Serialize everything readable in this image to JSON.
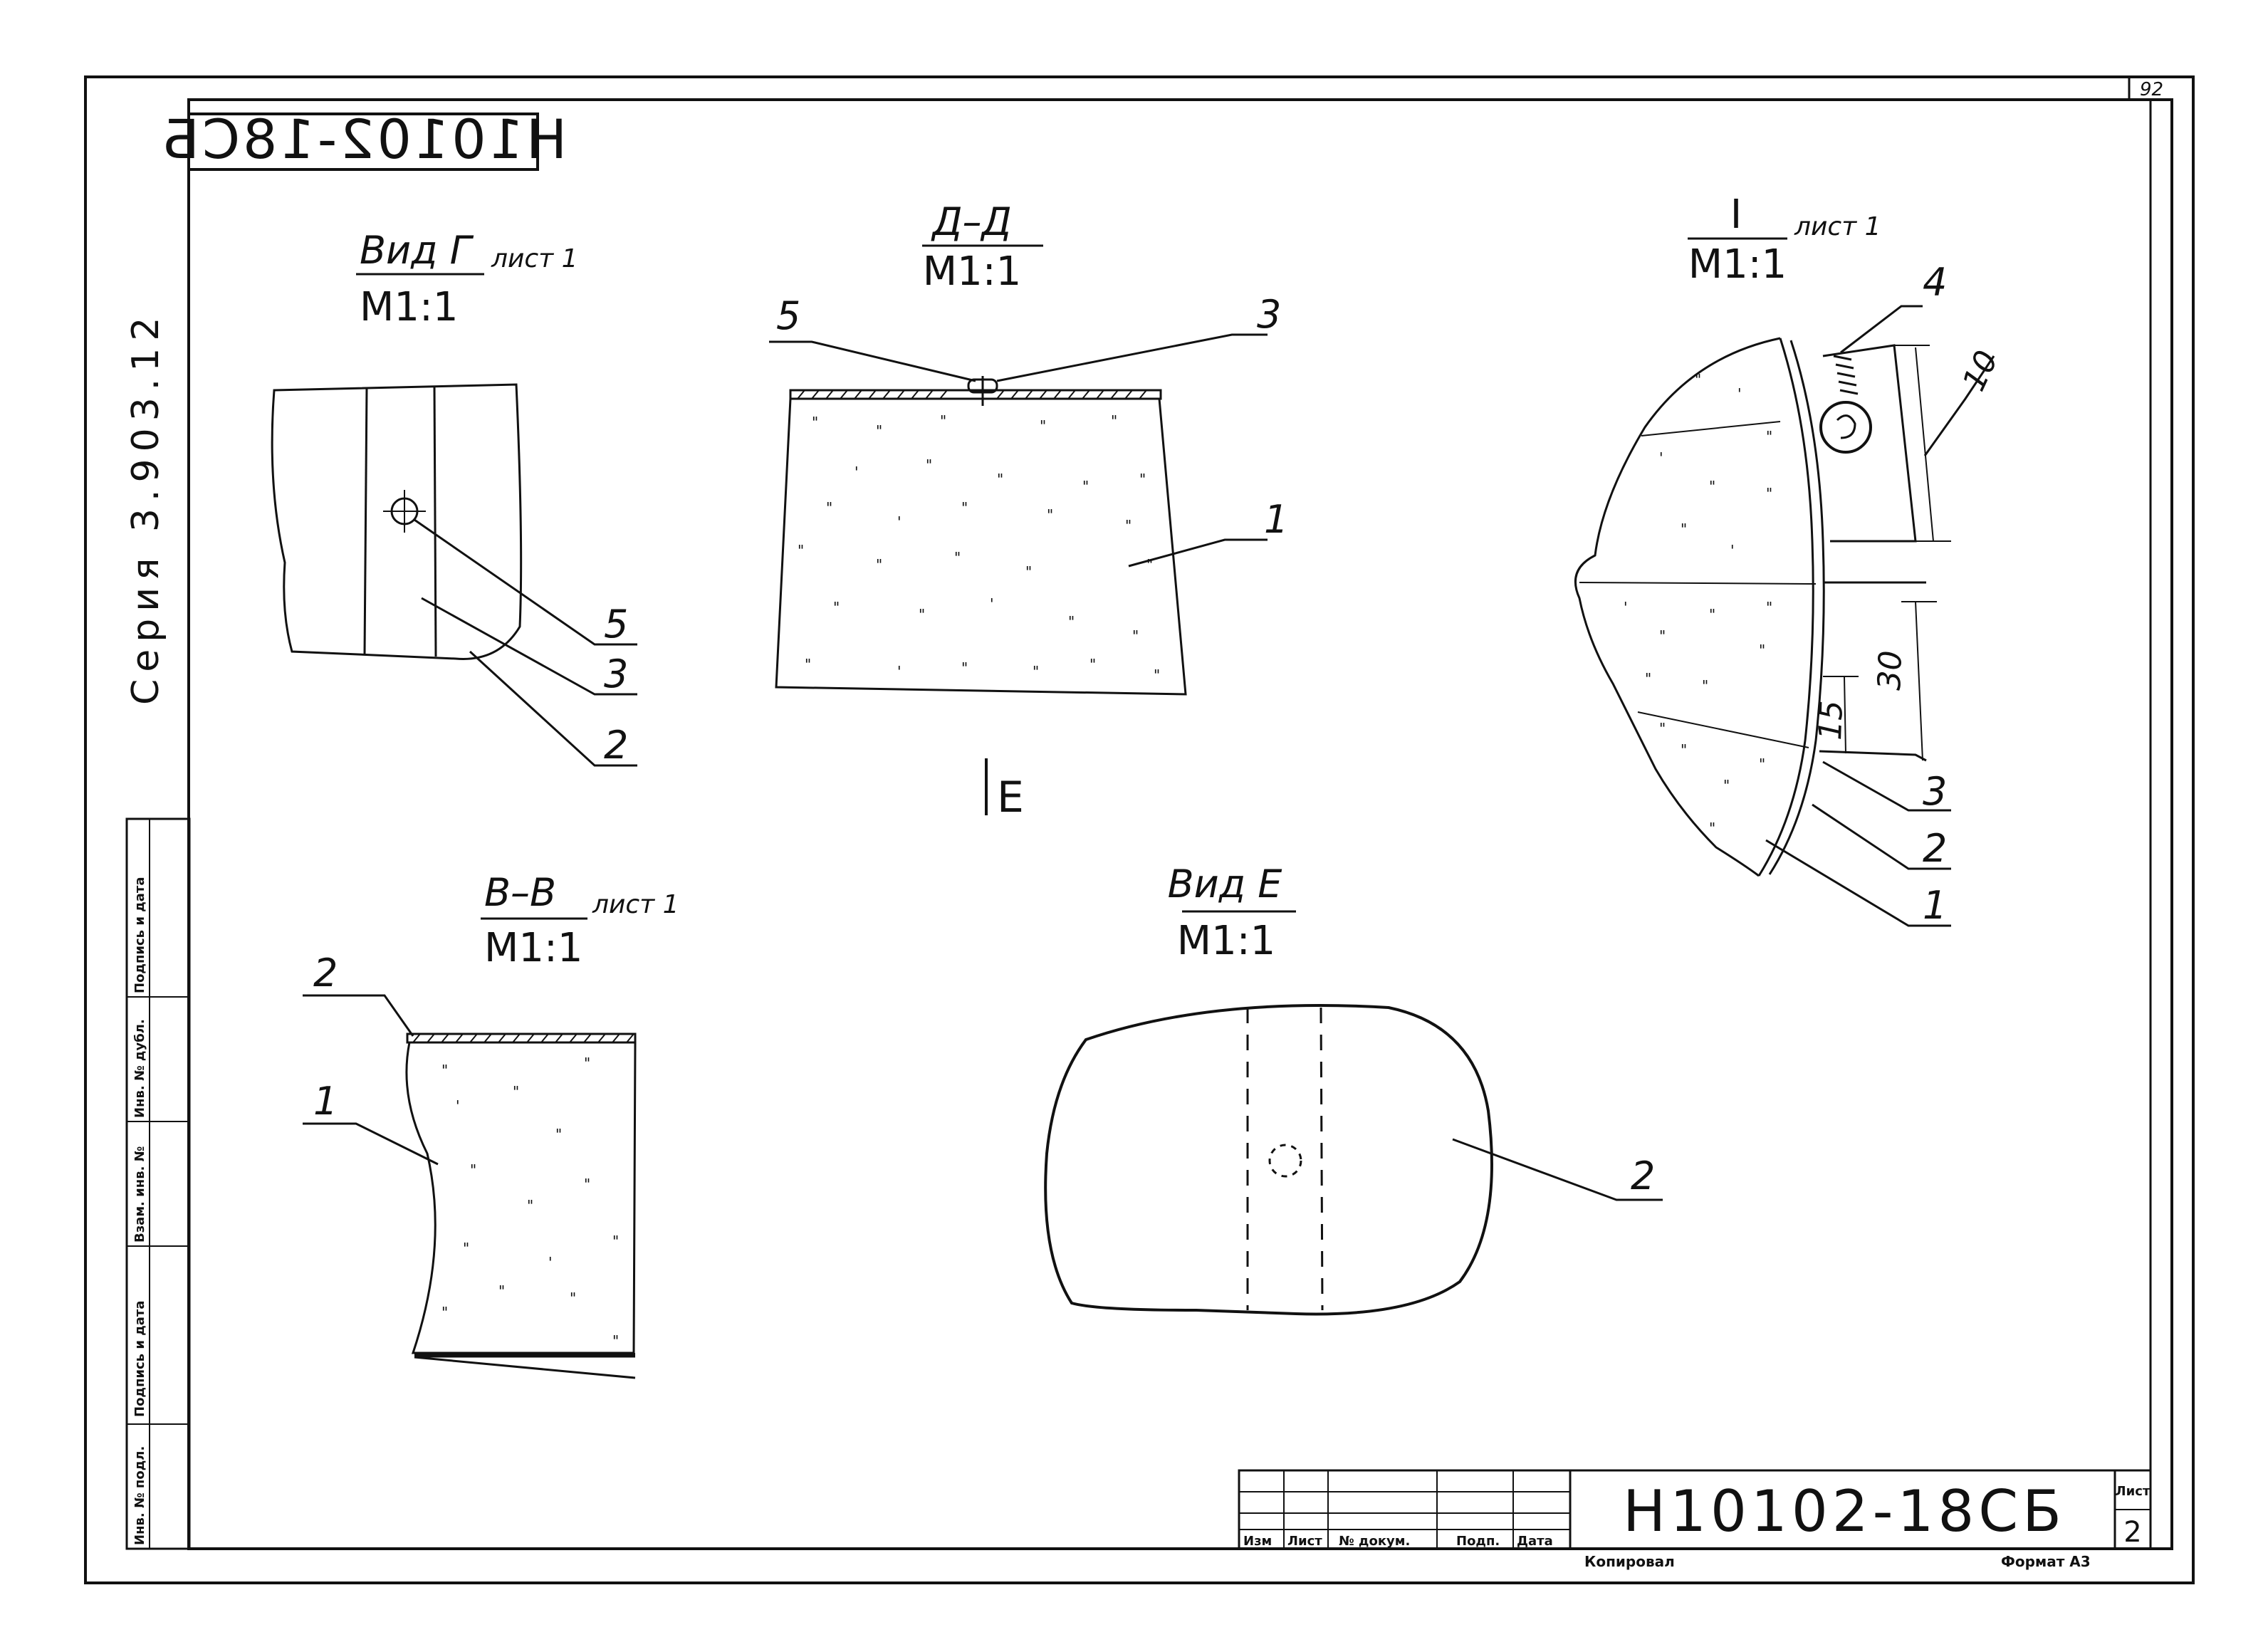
{
  "sheet_number": "92",
  "top_code": "Н10102-18СБ",
  "series": "Серия 3.903.12",
  "views": {
    "view_g": {
      "title": "Вид Г",
      "sheet_ref": "лист 1",
      "scale": "М1:1",
      "callouts": [
        "5",
        "3",
        "2"
      ]
    },
    "section_dd": {
      "title": "Д–Д",
      "scale": "М1:1",
      "callouts": [
        "5",
        "3",
        "1"
      ]
    },
    "detail_i": {
      "title": "I",
      "sheet_ref": "лист 1",
      "scale": "М1:1",
      "callouts": [
        "4",
        "3",
        "2",
        "1"
      ],
      "dims": [
        "10",
        "30",
        "15"
      ]
    },
    "section_vv": {
      "title": "В–В",
      "sheet_ref": "лист 1",
      "scale": "М1:1",
      "callouts": [
        "2",
        "1"
      ]
    },
    "view_e": {
      "title": "Вид Е",
      "scale": "М1:1",
      "callouts": [
        "2"
      ]
    },
    "view_marker": "Е"
  },
  "side_stamp": [
    "Инв. № подл.",
    "Подпись и дата",
    "Взам. инв. №",
    "Инв. № дубл.",
    "Подпись и дата"
  ],
  "title_block": {
    "headers": [
      "Изм",
      "Лист",
      "№ докум.",
      "Подп.",
      "Дата"
    ],
    "code": "Н10102-18СБ",
    "sheet_label": "Лист",
    "sheet_value": "2",
    "copied": "Копировал",
    "format": "Формат А3"
  }
}
